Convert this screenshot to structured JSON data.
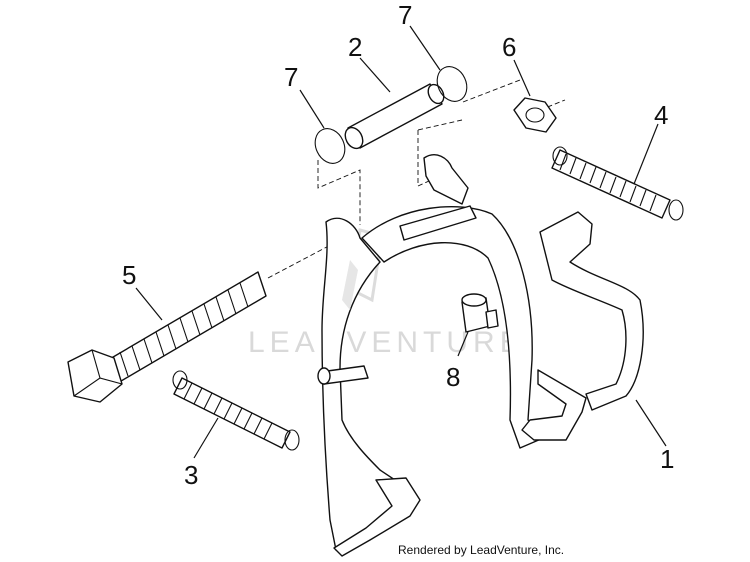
{
  "diagram": {
    "callouts": [
      "1",
      "2",
      "3",
      "4",
      "5",
      "6",
      "7",
      "7",
      "8"
    ],
    "watermark": "LEADVENTURE",
    "credit": "Rendered by LeadVenture, Inc."
  }
}
